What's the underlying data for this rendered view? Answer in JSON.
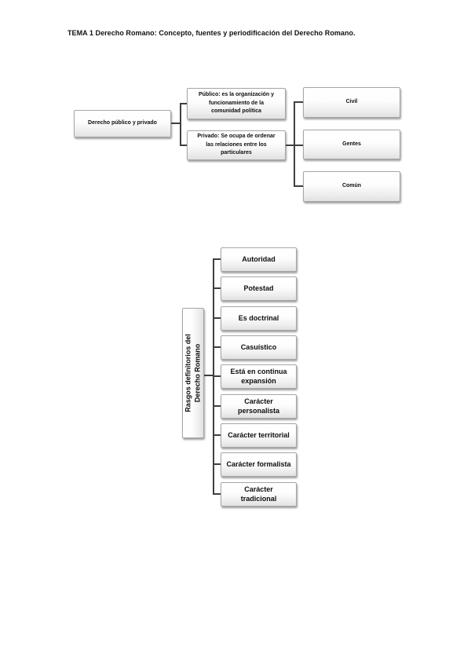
{
  "page": {
    "title": "TEMA 1 Derecho Romano: Concepto, fuentes y periodificación del Derecho Romano."
  },
  "diagram1": {
    "root": "Derecho público y privado",
    "branches": [
      "Público: es la organización y\nfuncionamiento de la\ncomunidad política",
      "Privado: Se ocupa de ordenar\nlas relaciones entre los\nparticulares"
    ],
    "leaves": [
      "Civil",
      "Gentes",
      "Común"
    ]
  },
  "diagram2": {
    "root": "Rasgos definitorios del\nDerecho Romano",
    "items": [
      "Autoridad",
      "Potestad",
      "Es doctrinal",
      "Casuístico",
      "Está en continua\nexpansión",
      "Carácter\npersonalista",
      "Carácter territorial",
      "Carácter formalista",
      "Carácter\ntradicional"
    ]
  },
  "colors": {
    "connector": "#3f3f3f",
    "box_border": "#a6a6a6",
    "box_gradient_bottom": "#e1e1e1",
    "text": "#0e0e0e"
  }
}
